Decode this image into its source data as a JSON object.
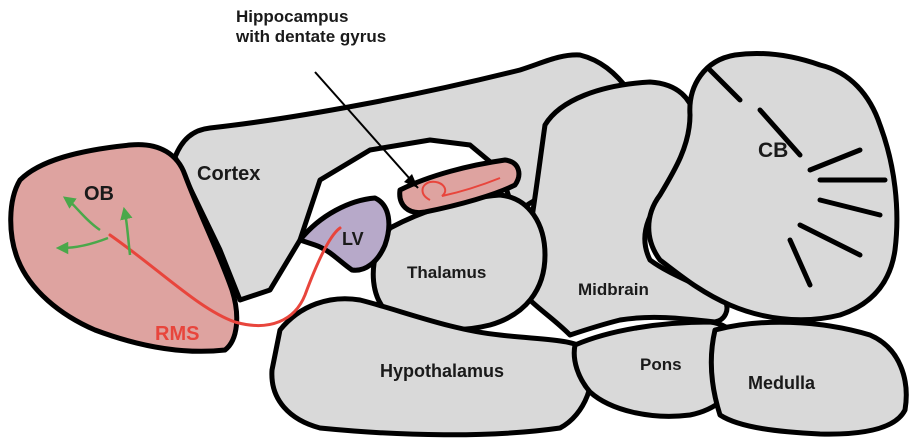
{
  "labels": {
    "hippocampus_line1": "Hippocampus",
    "hippocampus_line2": "with dentate gyrus",
    "cortex": "Cortex",
    "ob": "OB",
    "lv": "LV",
    "thalamus": "Thalamus",
    "midbrain": "Midbrain",
    "cb": "CB",
    "rms": "RMS",
    "hypothalamus": "Hypothalamus",
    "pons": "Pons",
    "medulla": "Medulla"
  },
  "colors": {
    "brain_gray": "#d9d9d9",
    "olfactory_pink": "#dea3a0",
    "ventricle_purple": "#b7a9c9",
    "hippocampus_pink": "#dea3a0",
    "rms_red": "#e8453c",
    "arrow_green": "#4aa84a",
    "outline": "#000000",
    "text": "#1a1a1a"
  }
}
